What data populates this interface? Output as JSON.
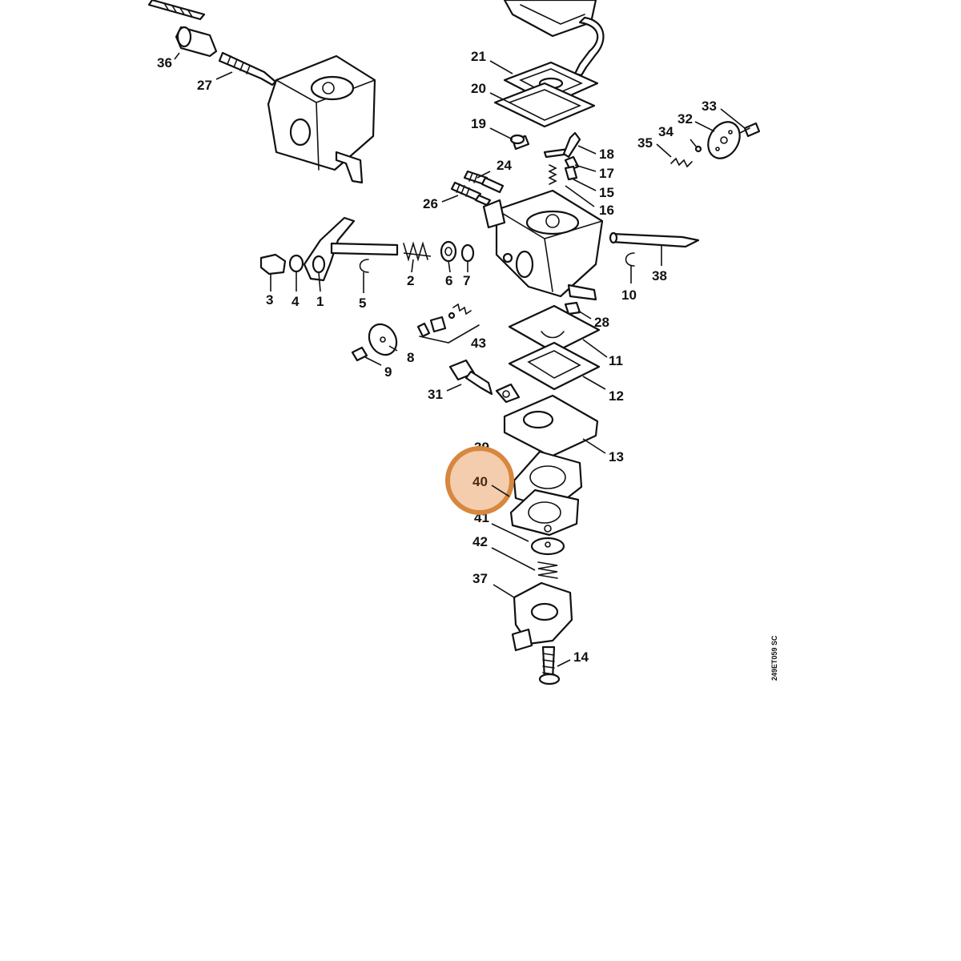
{
  "diagram": {
    "drawing_code": "249ET059 SC",
    "highlight": {
      "label": "40",
      "fill": "#f2c9a6",
      "stroke": "#d7873e"
    },
    "callouts": {
      "c1": "1",
      "c2": "2",
      "c3": "3",
      "c4": "4",
      "c5": "5",
      "c6": "6",
      "c7": "7",
      "c8": "8",
      "c9": "9",
      "c10": "10",
      "c11": "11",
      "c12": "12",
      "c13": "13",
      "c14": "14",
      "c15": "15",
      "c16": "16",
      "c17": "17",
      "c18": "18",
      "c19": "19",
      "c20": "20",
      "c21": "21",
      "c24": "24",
      "c26": "26",
      "c27": "27",
      "c28": "28",
      "c31": "31",
      "c32": "32",
      "c33": "33",
      "c34": "34",
      "c35": "35",
      "c36": "36",
      "c37": "37",
      "c38": "38",
      "c39": "39",
      "c41": "41",
      "c42": "42",
      "c43": "43"
    }
  }
}
